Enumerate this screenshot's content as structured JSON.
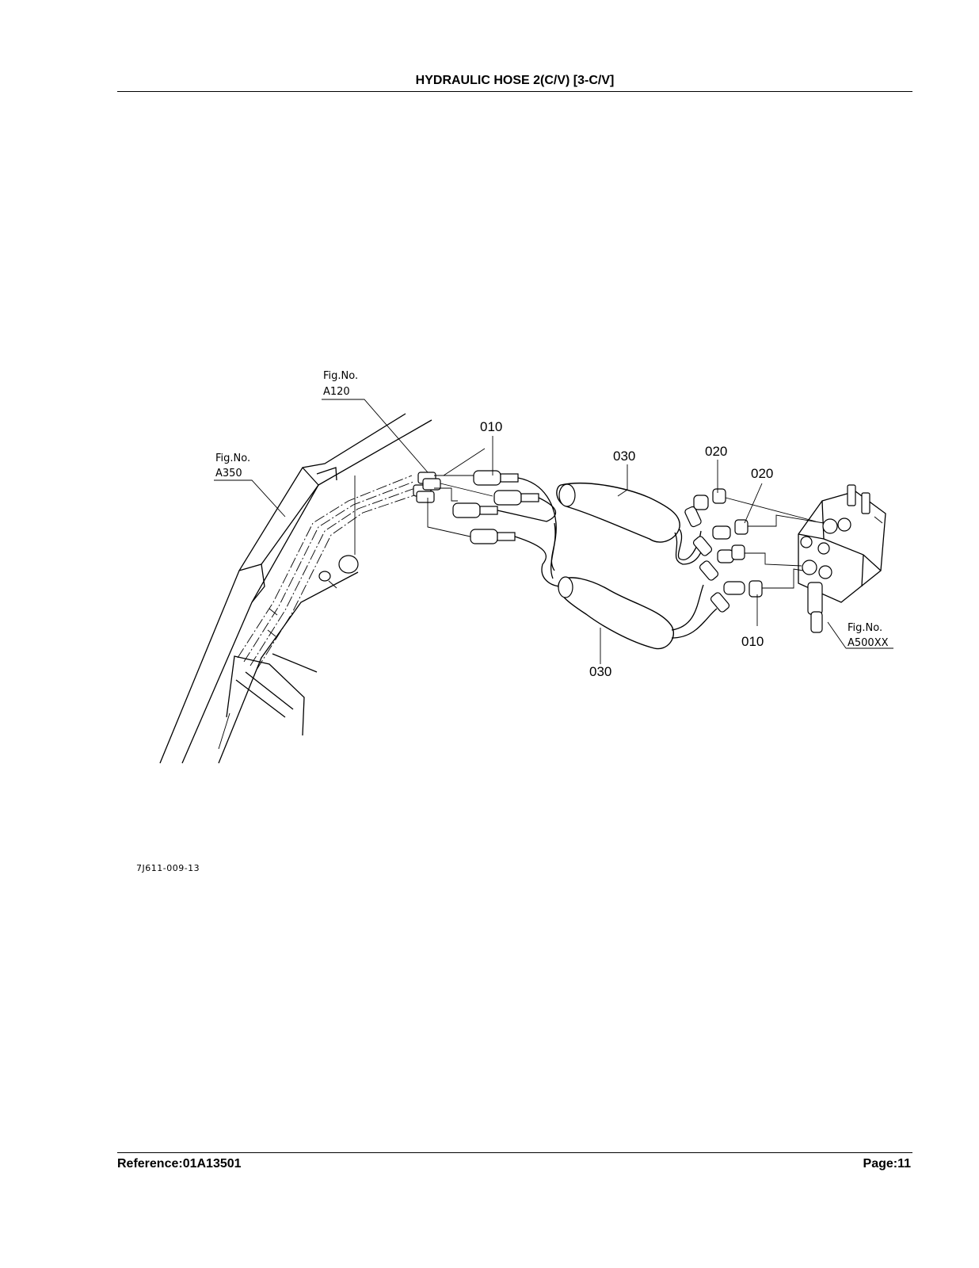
{
  "header": {
    "title": "HYDRAULIC HOSE 2(C/V) [3-C/V]"
  },
  "footer": {
    "reference": "Reference:01A13501",
    "page": "Page:11"
  },
  "drawing_code": "7J611-009-13",
  "figure_refs": {
    "a120": {
      "line1": "Fig.No.",
      "line2": "A120"
    },
    "a350": {
      "line1": "Fig.No.",
      "line2": "A350"
    },
    "a500xx": {
      "line1": "Fig.No.",
      "line2": "A500XX"
    }
  },
  "part_labels": {
    "p010_top": "010",
    "p030_top": "030",
    "p020_a": "020",
    "p020_b": "020",
    "p010_bottom": "010",
    "p030_bottom": "030"
  }
}
